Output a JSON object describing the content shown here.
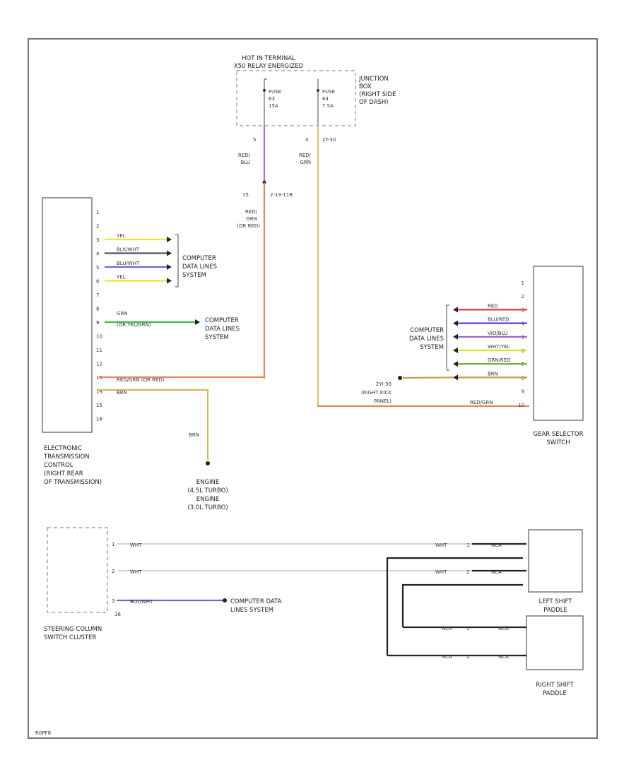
{
  "junction_box": {
    "title_line1": "HOT IN TERMINAL",
    "title_line2": "X50 RELAY ENERGIZED",
    "name_lines": [
      "JUNCTION",
      "BOX",
      "(RIGHT SIDE",
      "OF DASH)"
    ],
    "fuse1": [
      "FUSE",
      "63",
      "15A"
    ],
    "fuse2": [
      "FUSE",
      "64",
      "7.5A"
    ],
    "pin1": "5",
    "pin2": "4",
    "pin2_conn": "2Y-30"
  },
  "fuse_wires": {
    "wire1_color": [
      "RED/",
      "BLU"
    ],
    "wire2_color": [
      "RED/",
      "GRN"
    ],
    "splice_label": "2-13-11B",
    "splice_pin": "15",
    "etc_feed_color": [
      "RED/",
      "GRN",
      "(OR RED)"
    ]
  },
  "etc": {
    "name_lines": [
      "ELECTRONIC",
      "TRANSMISSION",
      "CONTROL",
      "(RIGHT REAR",
      "OF TRANSMISSION)"
    ],
    "pins": [
      "1",
      "2",
      "3",
      "4",
      "5",
      "6",
      "7",
      "8",
      "9",
      "10",
      "11",
      "12",
      "13",
      "14",
      "15",
      "16"
    ],
    "wires": [
      {
        "pin": "3",
        "color": "YEL",
        "hex": "#e8e830"
      },
      {
        "pin": "4",
        "color": "BLK/WHT",
        "hex": "#555555"
      },
      {
        "pin": "5",
        "color": "BLU/WHT",
        "hex": "#6a6ad8"
      },
      {
        "pin": "6",
        "color": "YEL",
        "hex": "#e8e830"
      }
    ],
    "bus_label": [
      "COMPUTER",
      "DATA LINES",
      "SYSTEM"
    ],
    "pin9_color_top": "GRN",
    "pin9_color": "(OR YEL/GRN)",
    "pin9_hex": "#3bbf3b",
    "bus2_label": [
      "COMPUTER",
      "DATA LINES",
      "SYSTEM"
    ],
    "pin13_color": "RED/GRN (OR RED)",
    "pin13_hex": "#e8845a",
    "pin14_color": "BRN",
    "ground_wire_color": "BRN",
    "ground_label": [
      "ENGINE",
      "(4.5L TURBO)",
      "ENGINE",
      "(3.0L TURBO)"
    ]
  },
  "gear_selector": {
    "name_lines": [
      "GEAR SELECTOR",
      "SWITCH"
    ],
    "pins": [
      "1",
      "2",
      "3",
      "4",
      "5",
      "6",
      "7",
      "8",
      "9",
      "10"
    ],
    "wires": [
      {
        "pin": "3",
        "color": "RED",
        "hex": "#e23a3a"
      },
      {
        "pin": "4",
        "color": "BLU/RED",
        "hex": "#4a4ad0"
      },
      {
        "pin": "5",
        "color": "VIO/BLU",
        "hex": "#9a5ad0"
      },
      {
        "pin": "6",
        "color": "WHT/YEL",
        "hex": "#dede30"
      },
      {
        "pin": "7",
        "color": "GRN/RED",
        "hex": "#5aae30"
      },
      {
        "pin": "8",
        "color": "BRN",
        "hex": "#c8a040"
      }
    ],
    "bus_label": [
      "COMPUTER",
      "DATA LINES",
      "SYSTEM"
    ],
    "ground_label": [
      "2YI-30",
      "(RIGHT KICK",
      "PANEL)"
    ],
    "pin10_color": "RED/GRN"
  },
  "steering": {
    "name_lines": [
      "STEERING COLUMN",
      "SWITCH CLUSTER"
    ],
    "pins": [
      "1",
      "2",
      "3"
    ],
    "wire1_color": "WHT",
    "wire2_color": "WHT",
    "wire3_color": "BLU/WHT",
    "wire3_hex": "#6a6ad8",
    "connector": "36",
    "bus_label": [
      "COMPUTER DATA",
      "LINES SYSTEM"
    ]
  },
  "left_paddle": {
    "name_lines": [
      "LEFT SHIFT",
      "PADDLE"
    ],
    "pin1": "1",
    "pin2": "2",
    "wire_color": "WHT",
    "black_wire": "NCA"
  },
  "right_paddle": {
    "name_lines": [
      "RIGHT SHIFT",
      "PADDLE"
    ],
    "pin1": "1",
    "pin2": "2",
    "black_wire": "NCA"
  },
  "footer": {
    "id": "R0PF8"
  }
}
